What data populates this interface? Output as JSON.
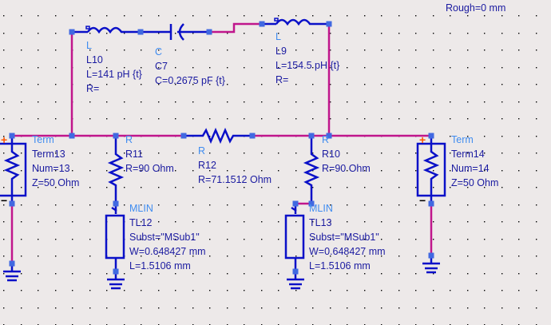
{
  "app": {
    "view": "Schematic editor canvas"
  },
  "colors": {
    "background": "#ede9e9",
    "component": "#0a10c8",
    "wire": "#c0168c",
    "port": "#4169e1",
    "label_type": "#3f8cf0",
    "label_text": "#1a1aa0",
    "term_plus": "#ff5500",
    "grid_dot": "#000000"
  },
  "substrate": {
    "rough": "Rough=0 mm"
  },
  "components": {
    "L10": {
      "type": "L",
      "name": "L10",
      "params": [
        "L=141 pH  {t}",
        "R="
      ]
    },
    "C7": {
      "type": "C",
      "name": "C7",
      "params": [
        "C=0.2675 pF {t}"
      ]
    },
    "L9": {
      "type": "L",
      "name": "L9",
      "params": [
        "L=154.5 pH  {t}",
        "R="
      ]
    },
    "Term13": {
      "type": "Term",
      "name": "Term13",
      "params": [
        "Num=13",
        "Z=50 Ohm"
      ]
    },
    "R11": {
      "type": "R",
      "name": "R11",
      "params": [
        "R=90 Ohm"
      ]
    },
    "R12": {
      "type": "R",
      "name": "R12",
      "params": [
        "R=71.1512 Ohm"
      ]
    },
    "R10": {
      "type": "R",
      "name": "R10",
      "params": [
        "R=90 Ohm"
      ]
    },
    "Term14": {
      "type": "Term",
      "name": "Term14",
      "params": [
        "Num=14",
        "Z=50 Ohm"
      ]
    },
    "TL12": {
      "type": "MLIN",
      "name": "TL12",
      "params": [
        "Subst=\"MSub1\"",
        "W=0.648427 mm",
        "L=1.5106 mm"
      ]
    },
    "TL13": {
      "type": "MLIN",
      "name": "TL13",
      "params": [
        "Subst=\"MSub1\"",
        "W=0.648427 mm",
        "L=1.5106 mm"
      ]
    }
  },
  "term_symbols": {
    "plus": "+",
    "minus": "−"
  }
}
